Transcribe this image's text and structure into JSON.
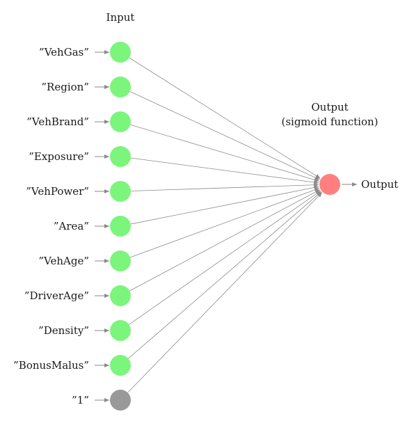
{
  "input_header": "Input",
  "inputs": [
    {
      "label": "”VehGas”",
      "kind": "feature"
    },
    {
      "label": "”Region”",
      "kind": "feature"
    },
    {
      "label": "”VehBrand”",
      "kind": "feature"
    },
    {
      "label": "”Exposure”",
      "kind": "feature"
    },
    {
      "label": "”VehPower”",
      "kind": "feature"
    },
    {
      "label": "”Area”",
      "kind": "feature"
    },
    {
      "label": "”VehAge”",
      "kind": "feature"
    },
    {
      "label": "”DriverAge”",
      "kind": "feature"
    },
    {
      "label": "”Density”",
      "kind": "feature"
    },
    {
      "label": "”BonusMalus”",
      "kind": "feature"
    },
    {
      "label": "”1”",
      "kind": "bias"
    }
  ],
  "output_header_line1": "Output",
  "output_header_line2": "(sigmoid function)",
  "output_label": "Output",
  "colors": {
    "input_node": "#7cf57c",
    "bias_node": "#999999",
    "output_node": "#ff7f7f",
    "edge": "#8a8a8a"
  }
}
